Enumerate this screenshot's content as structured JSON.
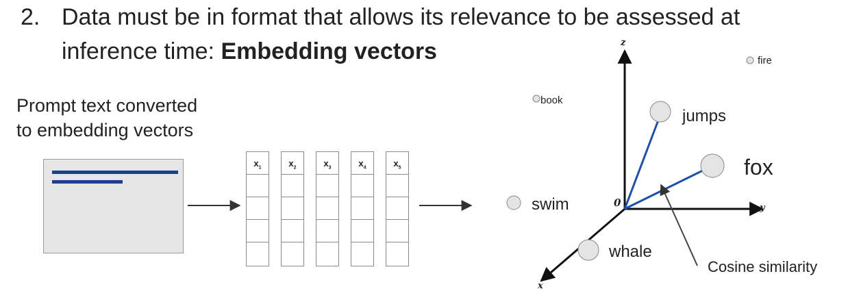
{
  "heading": {
    "number": "2.",
    "line1": "Data must be in format that allows its relevance to be assessed at",
    "line2_plain": "inference time: ",
    "line2_bold": "Embedding vectors"
  },
  "caption": {
    "line1": "Prompt text converted",
    "line2": "to embedding vectors"
  },
  "vectors": [
    {
      "label": "x",
      "sub": "1"
    },
    {
      "label": "x",
      "sub": "2"
    },
    {
      "label": "x",
      "sub": "3"
    },
    {
      "label": "x",
      "sub": "4"
    },
    {
      "label": "x",
      "sub": "5"
    }
  ],
  "plot": {
    "axis_z": "z",
    "axis_y": "y",
    "axis_x": "x",
    "origin": "0",
    "words": {
      "fire": "fire",
      "book": "book",
      "jumps": "jumps",
      "fox": "fox",
      "swim": "swim",
      "whale": "whale"
    },
    "annotation": "Cosine similarity"
  },
  "colors": {
    "vector_line": "#1f4fa8",
    "doc_line": "#1f3f8f",
    "doc_fill": "#e6e6e6"
  }
}
